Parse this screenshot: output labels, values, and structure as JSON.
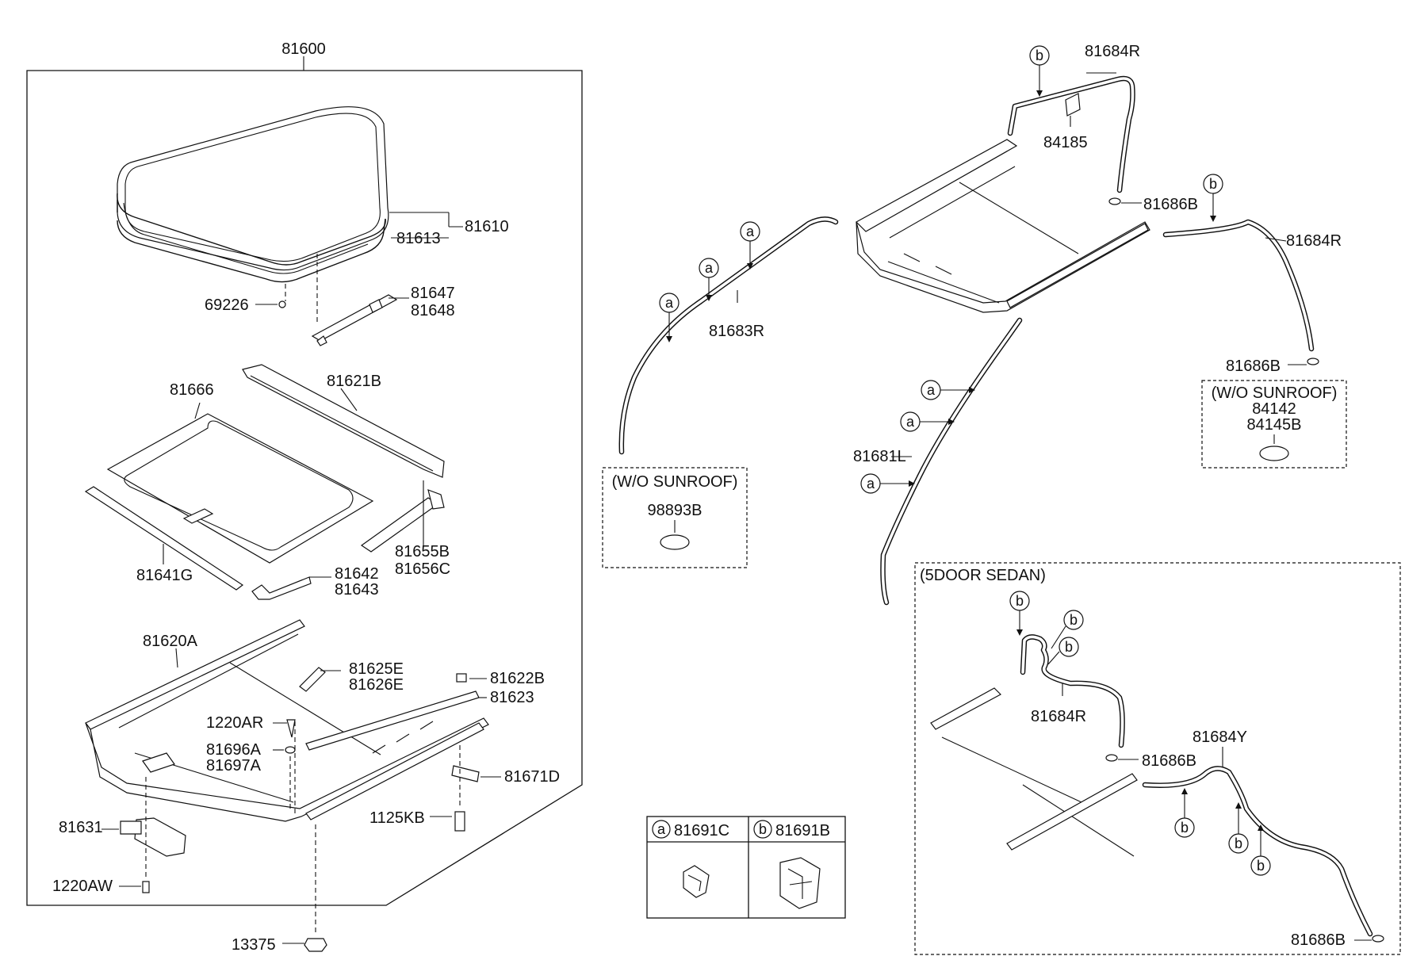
{
  "labels": {
    "p81600": "81600",
    "p81610": "81610",
    "p81613": "81613",
    "p69226": "69226",
    "p81647": "81647",
    "p81648": "81648",
    "p81621B": "81621B",
    "p81666": "81666",
    "p81641G": "81641G",
    "p81655B": "81655B",
    "p81656C": "81656C",
    "p81642": "81642",
    "p81643": "81643",
    "p81620A": "81620A",
    "p81625E": "81625E",
    "p81626E": "81626E",
    "p81622B": "81622B",
    "p81623": "81623",
    "p1220AR": "1220AR",
    "p81696A": "81696A",
    "p81697A": "81697A",
    "p81671D": "81671D",
    "p1125KB": "1125KB",
    "p81631": "81631",
    "p1220AW": "1220AW",
    "p13375": "13375",
    "p81684R_top": "81684R",
    "p84185": "84185",
    "p81686B_top": "81686B",
    "p81684R_right": "81684R",
    "p81683R": "81683R",
    "p81686B_right": "81686B",
    "p84142": "84142",
    "p84145B": "84145B",
    "p81681L": "81681L",
    "p98893B": "98893B",
    "p81684R_sedan": "81684R",
    "p81686B_sedan1": "81686B",
    "p81684Y": "81684Y",
    "p81686B_sedan2": "81686B"
  },
  "boxes": {
    "wo_sunroof_left": "(W/O SUNROOF)",
    "wo_sunroof_right": "(W/O SUNROOF)",
    "sedan": "(5DOOR SEDAN)"
  },
  "bubbles": {
    "a": "a",
    "b": "b"
  },
  "legend": {
    "a_part": "81691C",
    "b_part": "81691B"
  }
}
